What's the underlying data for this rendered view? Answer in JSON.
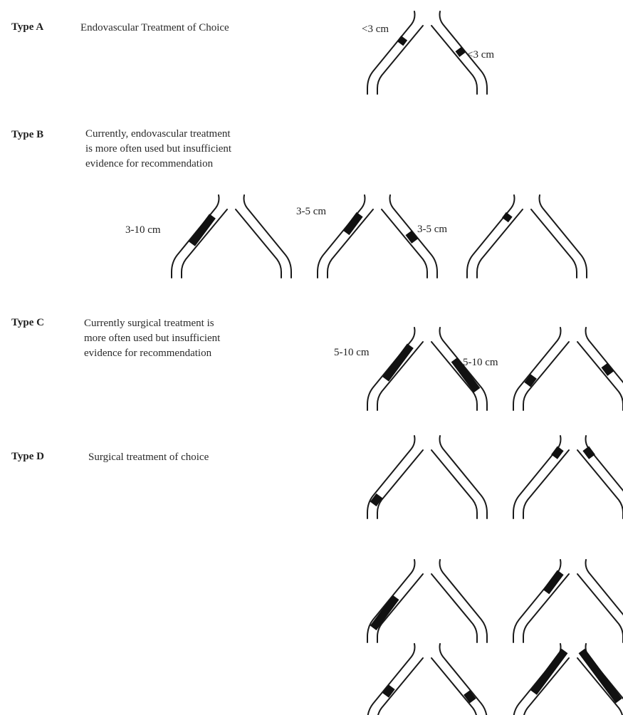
{
  "types": [
    {
      "label": "Type A",
      "desc": [
        "Endovascular Treatment of Choice"
      ]
    },
    {
      "label": "Type B",
      "desc": [
        "Currently, endovascular treatment",
        "is more often used but insufficient",
        "evidence for recommendation"
      ]
    },
    {
      "label": "Type C",
      "desc": [
        "Currently surgical treatment is",
        "more often used but insufficient",
        "evidence for recommendation"
      ]
    },
    {
      "label": "Type D",
      "desc": [
        "Surgical treatment of choice"
      ]
    }
  ],
  "annotations": {
    "a_left": "<3 cm",
    "a_right": "<3 cm",
    "b1_left": "3-10 cm",
    "b2_left": "3-5 cm",
    "b2_right": "3-5 cm",
    "c1_left": "5-10 cm",
    "c1_right": "5-10 cm"
  }
}
